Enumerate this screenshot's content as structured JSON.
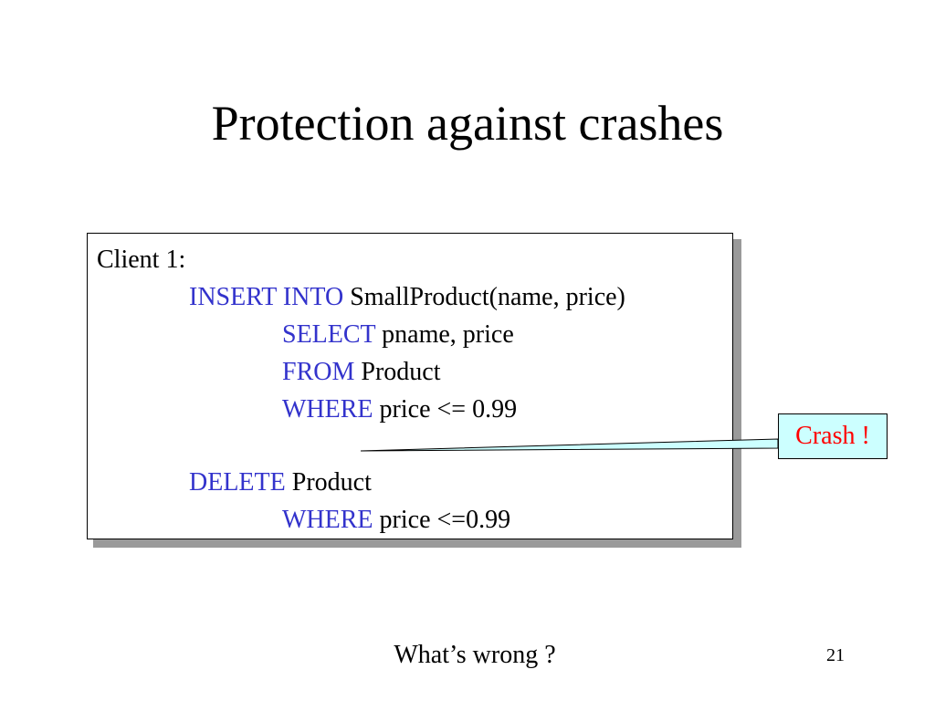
{
  "slide": {
    "title": "Protection against crashes",
    "page_number": "21",
    "footer_question": "What’s wrong ?"
  },
  "code": {
    "client_label": "Client 1:",
    "insert_keyword": "INSERT INTO",
    "insert_rest": " SmallProduct(name, price)",
    "select_keyword": "SELECT",
    "select_rest": " pname, price",
    "from_keyword": "FROM",
    "from_rest": " Product",
    "where1_keyword": "WHERE",
    "where1_rest": " price <= 0.99",
    "delete_keyword": "DELETE",
    "delete_rest": " Product",
    "where2_keyword": "WHERE",
    "where2_rest": " price <=0.99"
  },
  "callout": {
    "label": "Crash !"
  },
  "colors": {
    "keyword": "#3333cc",
    "crash_text": "#ff0000",
    "crash_fill": "#ccffff",
    "shadow": "#9a9a9a"
  }
}
